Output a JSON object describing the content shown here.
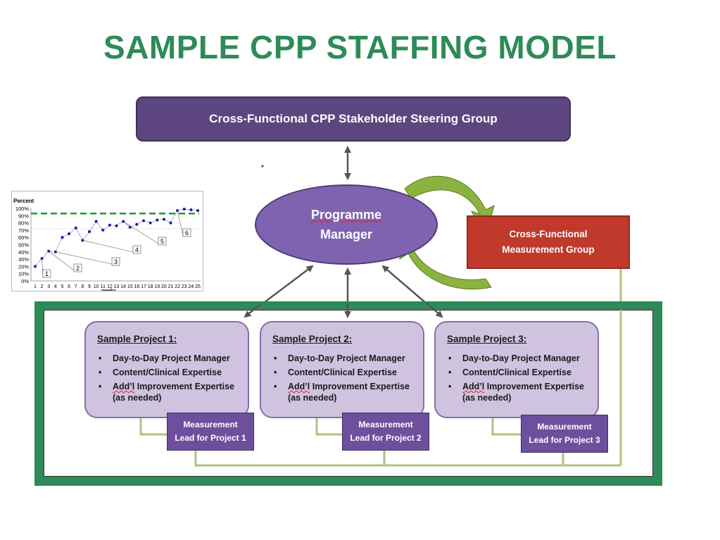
{
  "title": "SAMPLE CPP STAFFING MODEL",
  "steering_group": "Cross-Functional CPP Stakeholder Steering Group",
  "programme_manager": {
    "line1": "Programme",
    "line2": "Manager"
  },
  "measurement_group": {
    "line1": "Cross-Functional",
    "line2": "Measurement Group"
  },
  "projects": [
    {
      "heading": "Sample Project 1:",
      "bullets": [
        "Day-to-Day Project Manager",
        "Content/Clinical Expertise"
      ],
      "bullet3_word": "Add’l",
      "bullet3_rest": " Improvement Expertise",
      "bullet3_tail": "(as needed)",
      "lead_line1": "Measurement",
      "lead_line2": "Lead for Project 1"
    },
    {
      "heading": "Sample Project 2:",
      "bullets": [
        "Day-to-Day Project Manager",
        "Content/Clinical Expertise"
      ],
      "bullet3_word": "Add’l",
      "bullet3_rest": " Improvement Expertise",
      "bullet3_tail": "(as needed)",
      "lead_line1": "Measurement",
      "lead_line2": "Lead for Project 2"
    },
    {
      "heading": "Sample Project 3:",
      "bullets": [
        "Day-to-Day Project Manager",
        "Content/Clinical Expertise"
      ],
      "bullet3_word": "Add’l",
      "bullet3_rest": " Improvement Expertise",
      "bullet3_tail": "(as needed)",
      "lead_line1": "Measurement",
      "lead_line2": "Lead for Project 3"
    }
  ],
  "colors": {
    "title": "#2e8b57",
    "steering": "#5d4680",
    "pm": "#7f63b0",
    "measure": "#c0392b",
    "frame": "#2e8b57",
    "project": "#cfc3e0",
    "lead": "#6e4f9e",
    "connector": "#a9c47f",
    "cycle_arrow": "#8bb33f"
  },
  "chart_data": {
    "type": "line",
    "ylabel": "Percent",
    "xlabel": "weeks",
    "ylim": [
      0,
      100
    ],
    "yticks": [
      "0%",
      "10%",
      "20%",
      "30%",
      "40%",
      "50%",
      "60%",
      "70%",
      "80%",
      "90%",
      "100%"
    ],
    "x": [
      "1",
      "2",
      "3",
      "4",
      "5",
      "6",
      "7",
      "8",
      "9",
      "10",
      "11",
      "12",
      "13",
      "14",
      "15",
      "16",
      "17",
      "18",
      "19",
      "20",
      "21",
      "22",
      "23",
      "24",
      "25"
    ],
    "values": [
      20,
      31,
      41,
      40,
      60,
      65,
      73,
      56,
      68,
      82,
      70,
      77,
      76,
      82,
      74,
      78,
      83,
      80,
      84,
      85,
      80,
      97,
      99,
      98,
      97
    ],
    "goal": 93,
    "annotations": [
      {
        "label": "1",
        "week": 2
      },
      {
        "label": "2",
        "week": 3
      },
      {
        "label": "3",
        "week": 4
      },
      {
        "label": "4",
        "week": 8
      },
      {
        "label": "5",
        "week": 14
      },
      {
        "label": "6",
        "week": 22
      }
    ]
  }
}
